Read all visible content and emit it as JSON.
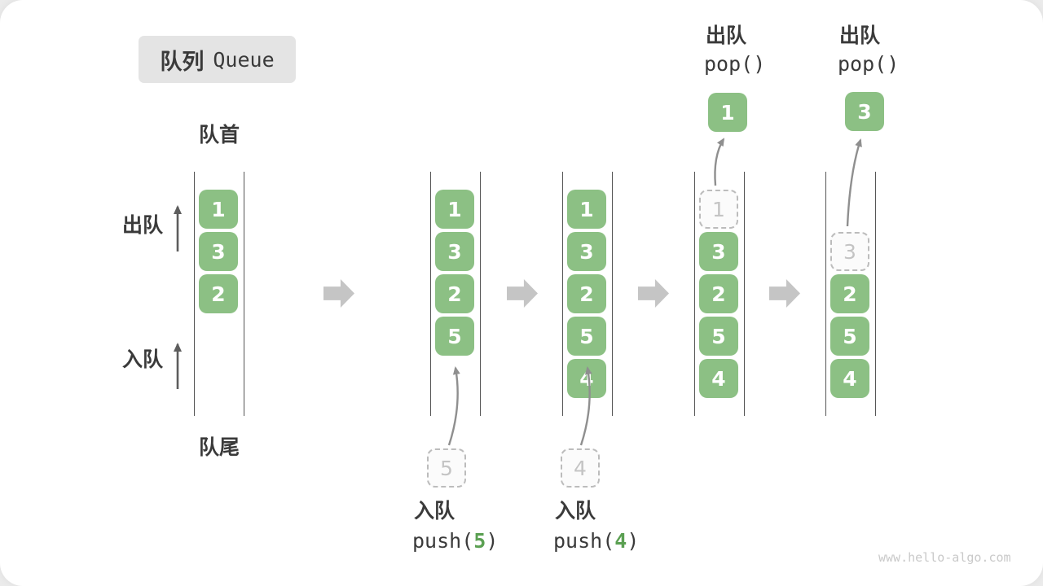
{
  "title": {
    "zh": "队列",
    "en": "Queue"
  },
  "side_labels": {
    "front": "队首",
    "rear": "队尾",
    "dequeue": "出队",
    "enqueue": "入队"
  },
  "states": [
    {
      "slots": [
        "1",
        "3",
        "2"
      ]
    },
    {
      "slots": [
        "1",
        "3",
        "2",
        "5"
      ],
      "incoming": "5"
    },
    {
      "slots": [
        "1",
        "3",
        "2",
        "5",
        "4"
      ],
      "incoming": "4"
    },
    {
      "ghost": "1",
      "slots": [
        "3",
        "2",
        "5",
        "4"
      ],
      "popped": "1"
    },
    {
      "ghost": "3",
      "slots": [
        "2",
        "5",
        "4"
      ],
      "popped": "3"
    }
  ],
  "ops": {
    "push5": {
      "zh": "入队",
      "code_pre": "push(",
      "arg": "5",
      "code_post": ")"
    },
    "push4": {
      "zh": "入队",
      "code_pre": "push(",
      "arg": "4",
      "code_post": ")"
    },
    "pop1": {
      "zh": "出队",
      "code": "pop()"
    },
    "pop2": {
      "zh": "出队",
      "code": "pop()"
    }
  },
  "watermark": "www.hello-algo.com",
  "colors": {
    "box_green": "#8CC084",
    "arg_green": "#5BA052",
    "ghost_border": "#bcbcbc",
    "ghost_text": "#c4c4c4",
    "block_arrow": "#c5c5c5",
    "line": "#555555",
    "text_dark": "#3a3a3a",
    "title_bg": "#e4e4e4",
    "watermark": "#c9c9c9"
  }
}
